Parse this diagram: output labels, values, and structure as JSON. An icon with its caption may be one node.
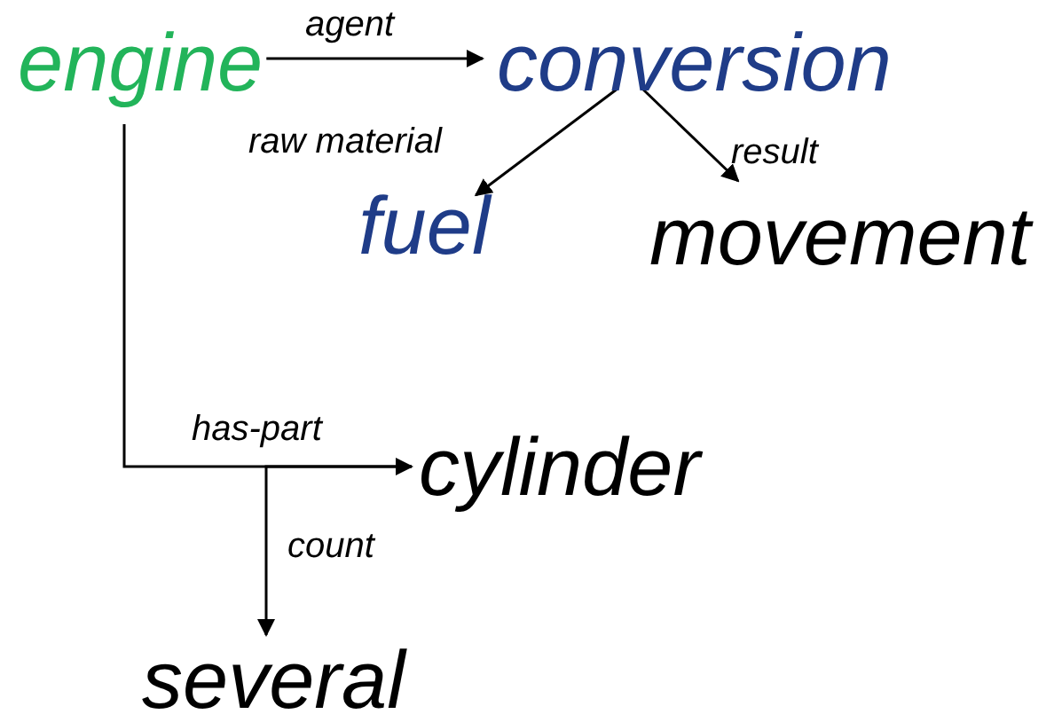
{
  "diagram": {
    "nodes": [
      {
        "text": [
          "engine"
        ]
      },
      {
        "text": [
          "conversion"
        ]
      },
      {
        "text": [
          "fuel"
        ]
      },
      {
        "text": [
          "movement"
        ]
      },
      {
        "text": [
          "cylinder"
        ]
      },
      {
        "text": [
          "several"
        ]
      }
    ],
    "edges": [
      {
        "from": 0,
        "to": 1,
        "arrow": "to",
        "label": "agent"
      },
      {
        "from": 1,
        "to": 2,
        "arrow": "to",
        "label": "raw material"
      },
      {
        "from": 1,
        "to": 3,
        "arrow": "to",
        "label": "result"
      },
      {
        "from": 0,
        "to": 4,
        "arrow": "to",
        "label": "has-part"
      },
      {
        "from": 4,
        "to": 5,
        "arrow": "to",
        "label": "count"
      }
    ]
  }
}
